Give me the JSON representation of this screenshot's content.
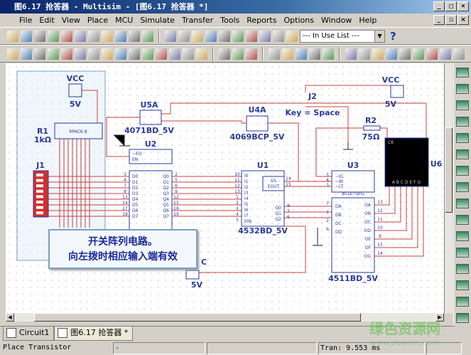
{
  "window": {
    "title": "图6.17 抢答器 - Multisim - [图6.17 抢答器 *]",
    "buttons": [
      "_",
      "□",
      "×"
    ],
    "mdi_buttons": [
      "_",
      "▫",
      "×"
    ]
  },
  "menu": [
    "File",
    "Edit",
    "View",
    "Place",
    "MCU",
    "Simulate",
    "Transfer",
    "Tools",
    "Reports",
    "Options",
    "Window",
    "Help"
  ],
  "toolbar1": {
    "icons": [
      "new-icon",
      "open-icon",
      "open-sample-icon",
      "save-icon",
      "print-icon",
      "print-preview-icon",
      "cut-icon",
      "copy-icon",
      "paste-icon",
      "undo-icon",
      "redo-icon",
      "|",
      "design-toolbox-icon",
      "spreadsheet-icon",
      "database-icon",
      "component-wizard-icon",
      "postprocessor-icon",
      "grapher-icon",
      "erc-icon",
      "region-icon",
      "back-annotate-icon",
      "forward-annotate-icon"
    ],
    "in_use_list": "--- In Use List ---",
    "help": "?"
  },
  "toolbar2": {
    "icons": [
      "source-icon",
      "resistor-icon",
      "diode-icon",
      "transistor-icon",
      "analog-icon",
      "ttl-icon",
      "cmos-icon",
      "mcu-icon",
      "mixed-icon",
      "indicator-icon",
      "power-icon",
      "misc-icon",
      "advanced-peripherals-icon",
      "rf-icon",
      "electromechanical-icon",
      "|",
      "ladder-icon",
      "hierarchical-block-icon",
      "bus-icon",
      "|",
      "show-grid-icon",
      "zoom-in-icon",
      "zoom-out-icon",
      "zoom-area-icon",
      "zoom-fit-icon",
      "|",
      "run-icon",
      "pause-icon",
      "stop-icon",
      "probe-icon",
      "step-icon",
      "step-over-icon",
      "step-into-icon",
      "step-out-icon",
      "breakpoint-icon"
    ]
  },
  "colors": {
    "wire": "#c84040",
    "component": "#2a3a9a",
    "selection": "#e6f0fa",
    "switch": "#d03030",
    "display": "#000000"
  },
  "schematic": {
    "vcc1": {
      "label": "VCC",
      "value": "5V"
    },
    "r1": {
      "ref": "R1",
      "value": "1kΩ",
      "body": "RPACK 8"
    },
    "j1": {
      "ref": "J1"
    },
    "u5a": {
      "ref": "U5A",
      "part": "4071BD_5V"
    },
    "u2": {
      "ref": "U2",
      "ctrl": [
        "~EO",
        "EN"
      ],
      "inputs": [
        "D0",
        "D1",
        "D2",
        "D3",
        "D4",
        "D5",
        "D6",
        "D7"
      ],
      "outputs": [
        "Q0",
        "Q1",
        "Q2",
        "Q3",
        "Q4",
        "Q5",
        "Q6",
        "Q7"
      ],
      "in_pins": [
        "3",
        "4",
        "7",
        "8",
        "13",
        "14",
        "17",
        "18"
      ],
      "out_pins": [
        "2",
        "5",
        "6",
        "9",
        "12",
        "15",
        "16",
        "19"
      ]
    },
    "u4a": {
      "ref": "U4A",
      "part": "4069BCP_5V"
    },
    "j2": {
      "ref": "J2",
      "key": "Key = Space"
    },
    "vcc2": {
      "label": "VCC",
      "value": "5V"
    },
    "r2": {
      "ref": "R2",
      "value": "75Ω"
    },
    "u1": {
      "ref": "U1",
      "part": "4532BD_5V",
      "inputs": [
        "I0",
        "I1",
        "I2",
        "I3",
        "I4",
        "I5",
        "I6",
        "I7",
        "EIN"
      ],
      "in_pins": [
        "10",
        "11",
        "12",
        "13",
        "1",
        "2",
        "3",
        "4",
        "5"
      ],
      "gs": [
        "GS",
        "EOUT"
      ],
      "gs_pins": [
        "14",
        "15"
      ],
      "outputs": [
        "Q0",
        "Q1",
        "Q2"
      ],
      "out_pins": [
        "9",
        "7",
        "6"
      ]
    },
    "u3": {
      "ref": "U3",
      "part": "4511BD_5V",
      "ctrl": [
        "~EL",
        "~BI",
        "~LT"
      ],
      "ctrl_pins": [
        "5",
        "4",
        "3"
      ],
      "type": "BCD/7SEG",
      "inputs": [
        "DA",
        "DB",
        "DC",
        "DD"
      ],
      "in_pins": [
        "7",
        "1",
        "2",
        "6"
      ],
      "outputs": [
        "OA",
        "OB",
        "OC",
        "OD",
        "OE",
        "OF",
        "OG"
      ],
      "out_pins": [
        "13",
        "12",
        "11",
        "10",
        "9",
        "15",
        "14"
      ]
    },
    "u6": {
      "ref": "U6",
      "ck": "CK",
      "segs": "A B C D E F G"
    },
    "vcc3": {
      "label": "C",
      "value": "5V"
    }
  },
  "callout": {
    "line1": "开关阵列电路。",
    "line2": "向左拨时相应输入端有效"
  },
  "tabs": [
    {
      "label": "Circuit1"
    },
    {
      "label": "图6.17 抢答器 *"
    }
  ],
  "status": {
    "message": "Place Transistor",
    "field2": "-",
    "field3": "",
    "sim": "Tran: 9.553 ms"
  },
  "watermark": {
    "text": "绿色资源网",
    "url": "www.downcc.com"
  }
}
